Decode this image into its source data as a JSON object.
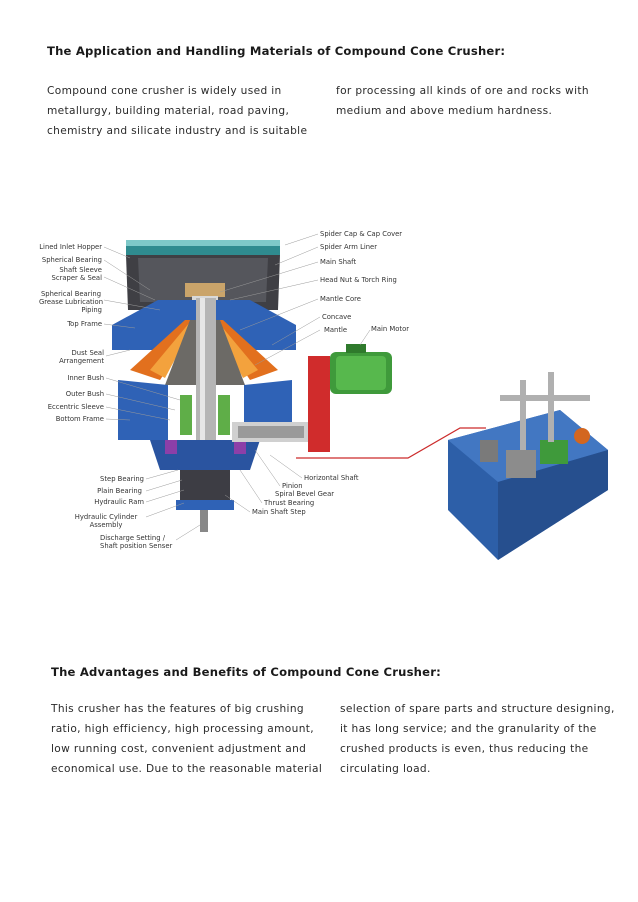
{
  "section1": {
    "title": "The Application and Handling Materials of Compound Cone Crusher:",
    "col1": [
      "Compound cone crusher is widely used in",
      "metallurgy, building material, road paving,",
      "chemistry and silicate industry and is suitable"
    ],
    "col2": [
      "for processing all kinds of ore and rocks with",
      "medium and above medium hardness."
    ]
  },
  "diagram": {
    "labels_left": {
      "lined_inlet_hopper": "Lined Inlet Hopper",
      "spherical_bearing": "Spherical Bearing",
      "shaft_sleeve_1": "Shaft Sleeve",
      "shaft_sleeve_2": "Scraper & Seal",
      "sbglp_1": "Spherical Bearing",
      "sbglp_2": "Grease Lubrication",
      "sbglp_3": "Piping",
      "top_frame": "Top Frame",
      "dust_seal_1": "Dust Seal",
      "dust_seal_2": "Arrangement",
      "inner_bush": "Inner Bush",
      "outer_bush": "Outer Bush",
      "eccentric_sleeve": "Eccentric Sleeve",
      "bottom_frame": "Bottom Frame",
      "step_bearing": "Step Bearing",
      "plain_bearing": "Plain Bearing",
      "hydraulic_ram": "Hydraulic Ram",
      "hca_1": "Hydraulic Cylinder",
      "hca_2": "Assembly",
      "discharge_1": "Discharge Setting /",
      "discharge_2": "Shaft position Senser"
    },
    "labels_right": {
      "spider_cap": "Spider Cap & Cap Cover",
      "spider_arm": "Spider Arm Liner",
      "main_shaft": "Main Shaft",
      "head_nut": "Head Nut & Torch Ring",
      "mantle_core": "Mantle Core",
      "concave": "Concave",
      "mantle": "Mantle",
      "main_motor": "Main Motor",
      "horizontal_shaft": "Horizontal Shaft",
      "pinion": "Pinion",
      "spiral_bevel_gear": "Spiral Bevel Gear",
      "thrust_bearing": "Thrust Bearing",
      "main_shaft_step": "Main Shaft Step"
    }
  },
  "section2": {
    "title": "The Advantages and Benefits of Compound Cone Crusher:",
    "col1": [
      "This crusher has the features of big crushing",
      "ratio, high efficiency, high processing amount,",
      "low running cost, convenient adjustment and",
      "economical use. Due to the reasonable material"
    ],
    "col2": [
      "selection of spare parts and structure designing,",
      "it has long service; and the granularity of the",
      "crushed products is even, thus reducing the",
      "circulating load."
    ]
  }
}
